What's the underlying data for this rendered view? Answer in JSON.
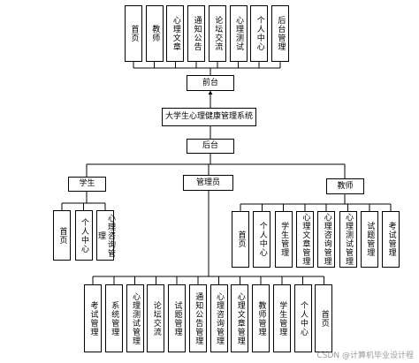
{
  "front_modules": [
    "首页",
    "教师",
    "心理文章",
    "通知公告",
    "论坛交流",
    "心理测试",
    "个人中心",
    "后台管理"
  ],
  "front_label": "前台",
  "system_title": "大学生心理健康管理系统",
  "back_label": "后台",
  "roles": {
    "student": "学生",
    "admin": "管理员",
    "teacher": "教师"
  },
  "student_modules": [
    "首页",
    "个人中心",
    "心理咨询管理"
  ],
  "teacher_modules": [
    "首页",
    "个人中心",
    "学生管理",
    "心理文章管理",
    "心理咨询管理",
    "心理测试管理",
    "试题管理",
    "考试管理"
  ],
  "admin_modules": [
    "考试管理",
    "系统管理",
    "心理测试管理",
    "论坛交流",
    "试题管理",
    "通知公告管理",
    "心理咨询管理",
    "心理文章管理",
    "教师管理",
    "学生管理",
    "个人中心",
    "首页"
  ],
  "watermark": "CSDN @计算机毕业设计程"
}
